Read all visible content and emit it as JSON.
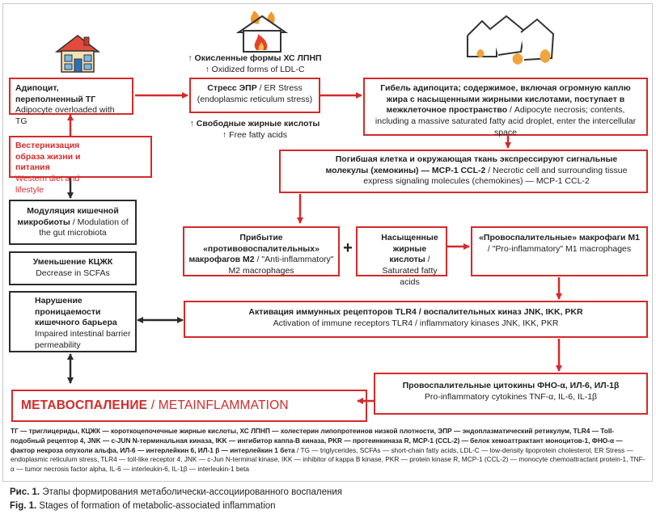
{
  "boxes": {
    "adipocyte": {
      "bold": "Адипоцит, переполненный ТГ",
      "text": "Adipocyte overloaded with TG"
    },
    "er_stress": {
      "bold": "Стресс ЭПР",
      "text_a": " / ER Stress",
      "text_b": "(endoplasmic reticulum stress)"
    },
    "necrosis": {
      "bold": "Гибель адипоцита; содержимое, включая огромную каплю жира с насыщенными жирными кислотами, поступает в межклеточное пространство",
      "text": " / Adipocyte necrosis; contents, including a massive saturated fatty acid droplet, enter the intercellular space"
    },
    "western": {
      "bold": "Вестернизация образа жизни и питания",
      "text": "Western diet and lifestyle"
    },
    "chemokines": {
      "bold": "Погибшая клетка и окружающая ткань экспрессируют сигнальные молекулы (хемокины) — MCP-1 CCL-2",
      "text": " / Necrotic cell and surrounding tissue express signaling molecules (chemokines) — MCP-1 CCL-2"
    },
    "microbiota": {
      "bold": "Модуляция кишечной микробиоты",
      "text": " / Modulation of the gut microbiota"
    },
    "m2": {
      "bold": "Прибытие «противовоспалительных» макрофагов М2",
      "text": " / \"Anti-inflammatory\" M2 macrophages"
    },
    "sfa": {
      "bold": "Насыщенные жирные кислоты",
      "text": " / Saturated fatty acids"
    },
    "m1": {
      "bold": "«Провоспалительные» макрофаги М1",
      "text": " / \"Pro-inflammatory\" M1 macrophages"
    },
    "scfa": {
      "bold": "Уменьшение КЦЖК",
      "text": "Decrease in SCFAs"
    },
    "barrier": {
      "bold": "Нарушение проницаемости кишечного барьера",
      "text": "Impaired intestinal barrier permeability"
    },
    "tlr4": {
      "bold": "Активация иммунных рецепторов TLR4 / воспалительных киназ JNK, IKK, PKR",
      "text": "Activation of immune receptors TLR4 / inflammatory kinases JNK, IKK, PKR"
    },
    "cytokines": {
      "bold": "Провоспалительные цитокины ФНО-α, ИЛ-6, ИЛ-1β",
      "text": "Pro-inflammatory cytokines TNF-α, IL-6, IL-1β"
    },
    "meta": {
      "ru": "МЕТАВОСПАЛЕНИЕ",
      "en": " / METAINFLAMMATION"
    }
  },
  "labels": {
    "oxidized_ru": "↑ Окисленные формы ХС ЛПНП",
    "oxidized_en": "↑ Oxidized forms of LDL-C",
    "ffa_ru": "↑ Свободные жирные кислоты",
    "ffa_en": "↑ Free fatty acids",
    "plus": "+"
  },
  "legend": {
    "ru": "ТГ — триглицериды, КЦЖК — короткоцепочечные жирные кислоты, ХС ЛПНП — холестерин липопротеинов низкой плотности, ЭПР — эндоплазматический ретикулум, TLR4 — Toll-подобный рецептор 4, JNK — c-JUN N-терминальная киназа, IKK — ингибитор каппа-B киназа, PKR — протеинкиназа R, MCP-1 (CCL-2) — белок хемоаттрактант моноцитов-1, ФНО-α — фактор некроза опухоли альфа, ИЛ-6 — интерлейкин 6, ИЛ-1 β — интерлейкин 1 бета",
    "en": " / TG — triglycerides, SCFAs — short-chain fatty acids, LDL-C — low-density lipoprotein cholesterol, ER Stress — endoplasmic reticulum stress, TLR4 — toll-like receptor 4, JNK — c-Jun N-terminal kinase, IKK — inhibitor of kappa B kinase, PKR — protein kinase R, MCP-1 (CCL-2) — monocyte chemoattractant protein-1, TNF-α — tumor necrosis factor alpha, IL-6 — interleukin-6, IL-1β — interleukin-1 beta"
  },
  "caption": {
    "ru_prefix": "Рис. 1.",
    "ru": " Этапы формирования метаболически-ассоциированного воспаления",
    "en_prefix": "Fig. 1.",
    "en": " Stages of formation of metabolic-associated inflammation"
  },
  "colors": {
    "accent_red": "#d42a2a",
    "border_black": "#2b2b2b",
    "fat_orange": "#f0a63c"
  },
  "icons": [
    "house-icon",
    "burning-house-icon",
    "ruined-houses-icon",
    "fast-food-icon",
    "macrophage-icon",
    "fat-droplet-icon",
    "intestine-icon"
  ]
}
